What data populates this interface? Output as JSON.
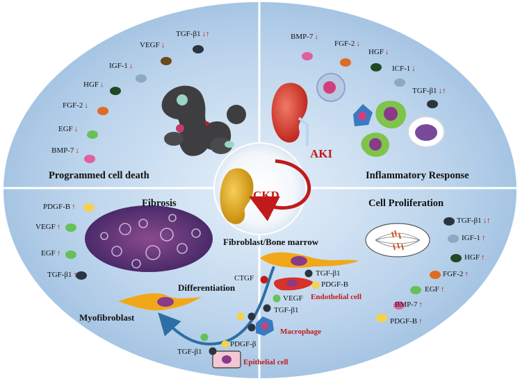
{
  "quadrants": {
    "programmed_cell_death": {
      "title": "Programmed cell death",
      "factors": [
        {
          "label": "TGF-β1",
          "arrow": "↓↑"
        },
        {
          "label": "VEGF",
          "arrow": "↓"
        },
        {
          "label": "IGF-1",
          "arrow": "↓"
        },
        {
          "label": "HGF",
          "arrow": "↓"
        },
        {
          "label": "FGF-2",
          "arrow": "↓"
        },
        {
          "label": "EGF",
          "arrow": "↓"
        },
        {
          "label": "BMP-7",
          "arrow": "↓"
        }
      ]
    },
    "inflammatory_response": {
      "title": "Inflammatory Response",
      "factors": [
        {
          "label": "BMP-7",
          "arrow": "↓"
        },
        {
          "label": "FGF-2",
          "arrow": "↓"
        },
        {
          "label": "HGF",
          "arrow": "↓"
        },
        {
          "label": "ICF-1",
          "arrow": "↓"
        },
        {
          "label": "TGF-β1",
          "arrow": "↓↑"
        }
      ]
    },
    "fibrosis": {
      "title": "Fibrosis",
      "factors": [
        {
          "label": "PDGF-B",
          "arrow": "↑"
        },
        {
          "label": "VEGF",
          "arrow": "↑"
        },
        {
          "label": "EGF",
          "arrow": "↑"
        },
        {
          "label": "TGF-β1",
          "arrow": "↑"
        }
      ]
    },
    "cell_proliferation": {
      "title": "Cell Proliferation",
      "factors": [
        {
          "label": "TGF-β1",
          "arrow": "↓↑"
        },
        {
          "label": "IGF-1",
          "arrow": "↑"
        },
        {
          "label": "HGF",
          "arrow": "↑"
        },
        {
          "label": "FGF-2",
          "arrow": "↑"
        },
        {
          "label": "EGF",
          "arrow": "↑"
        },
        {
          "label": "BMP-7",
          "arrow": "↑"
        },
        {
          "label": "PDGF-B",
          "arrow": "↑"
        }
      ]
    }
  },
  "center": {
    "aki": "AKI",
    "ckd": "CKD"
  },
  "pathway": {
    "fibroblast": "Fibroblast/Bone marrow",
    "differentiation": "Differentiation",
    "myofibroblast": "Myofibroblast",
    "endothelial": "Endothelial cell",
    "macrophage": "Macrophage",
    "epithelial": "Epithelial cell",
    "factors": {
      "ctgf": "CTGF",
      "tgf_top": "TGF-β1",
      "pdgf_top": "PDGF-B",
      "vegf": "VEGF",
      "tgf_mid": "TGF-β1",
      "pdgf_beta": "PDGF-β",
      "tgf_bottom": "TGF-β1"
    }
  },
  "colors": {
    "panel": "#a9c6e3",
    "panel_light": "#cfe0f1",
    "red_text": "#c21a1a",
    "pathway_arrow": "#2d6ea5",
    "kidney_aki": "#d9463a",
    "kidney_ckd": "#d9a21c"
  }
}
